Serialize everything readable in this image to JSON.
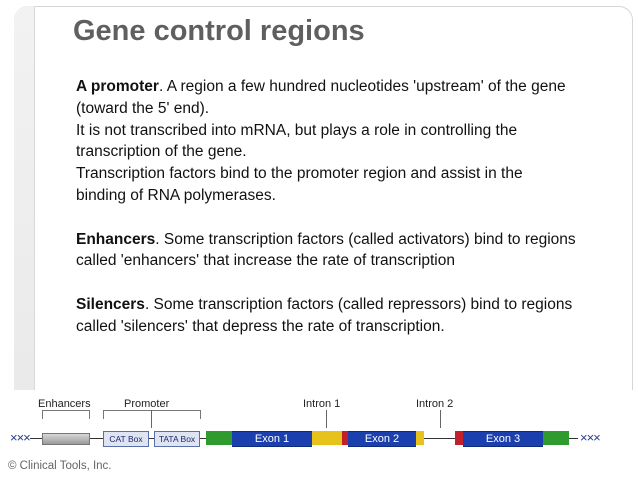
{
  "slide": {
    "title": "Gene control regions",
    "paragraphs": [
      {
        "term": "A promoter",
        "lines": [
          ". A region a few hundred nucleotides 'upstream' of the gene (toward the 5' end).",
          " It is not transcribed into mRNA, but plays a role in controlling the transcription of the gene.",
          " Transcription factors bind to the promoter region and assist in the binding of RNA polymerases."
        ]
      },
      {
        "term": "Enhancers",
        "lines": [
          ". Some transcription factors (called activators) bind to regions called 'enhancers' that increase the rate of transcription"
        ]
      },
      {
        "term": "Silencers",
        "lines": [
          ". Some transcription factors (called  repressors) bind to regions called 'silencers' that depress the rate of transcription."
        ]
      }
    ]
  },
  "diagram": {
    "labels": {
      "enhancers": "Enhancers",
      "promoter": "Promoter",
      "intron1": "Intron 1",
      "intron2": "Intron 2"
    },
    "boxes": {
      "cat": "CAT Box",
      "tata": "TATA Box"
    },
    "exons": [
      "Exon 1",
      "Exon 2",
      "Exon 3"
    ],
    "copyright": "© Clinical Tools, Inc.",
    "colors": {
      "exon": "#1c3fae",
      "utr_green": "#2f9b2f",
      "intron_red": "#c0202a",
      "intron_yellow": "#e6c21a"
    }
  }
}
